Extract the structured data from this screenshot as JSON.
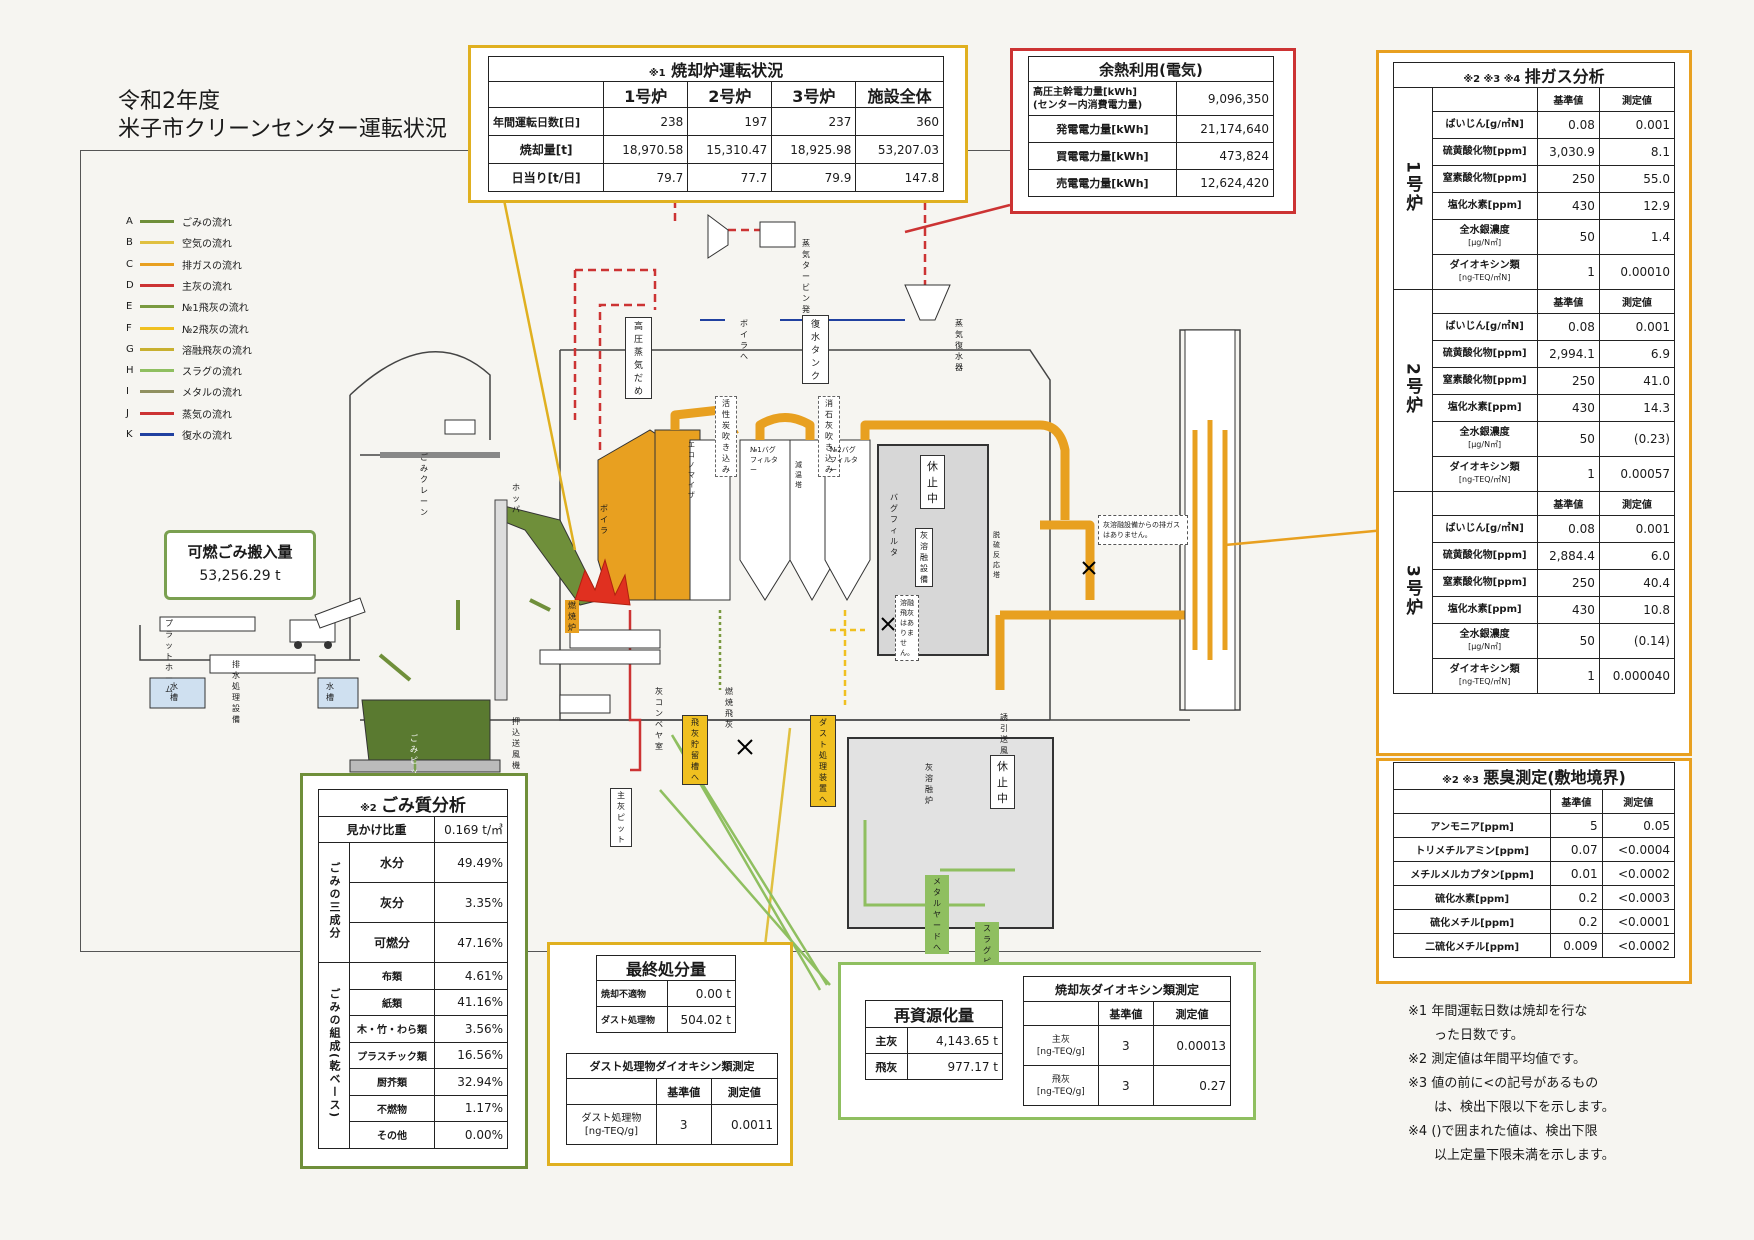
{
  "title": {
    "line1": "令和2年度",
    "line2": "米子市クリーンセンター運転状況"
  },
  "colors": {
    "orange": "#e8a020",
    "red": "#cc3333",
    "green": "#7aa050",
    "yellow": "#f0c020",
    "blue": "#2040a0",
    "olive": "#6f8f3a"
  },
  "operation": {
    "mark": "※1",
    "title": "焼却炉運転状況",
    "cols": [
      "1号炉",
      "2号炉",
      "3号炉",
      "施設全体"
    ],
    "rows": [
      {
        "label": "年間運転日数[日]",
        "values": [
          "238",
          "197",
          "237",
          "360"
        ]
      },
      {
        "label": "焼却量[t]",
        "values": [
          "18,970.58",
          "15,310.47",
          "18,925.98",
          "53,207.03"
        ]
      },
      {
        "label": "日当り[t/日]",
        "values": [
          "79.7",
          "77.7",
          "79.9",
          "147.8"
        ]
      }
    ]
  },
  "power": {
    "title": "余熱利用(電気)",
    "rows": [
      {
        "label": "高圧主幹電力量[kWh]",
        "sub": "(センター内消費電力量)",
        "value": "9,096,350"
      },
      {
        "label": "発電電力量[kWh]",
        "sub": "",
        "value": "21,174,640"
      },
      {
        "label": "買電電力量[kWh]",
        "sub": "",
        "value": "473,824"
      },
      {
        "label": "売電電力量[kWh]",
        "sub": "",
        "value": "12,624,420"
      }
    ]
  },
  "exhaust": {
    "mark": "※2 ※3 ※4",
    "title": "排ガス分析",
    "h1": "基準値",
    "h2": "測定値",
    "furnaces": [
      {
        "name": "1号炉",
        "rows": [
          {
            "label": "ばいじん[g/㎥N]",
            "std": "0.08",
            "val": "0.001"
          },
          {
            "label": "硫黄酸化物[ppm]",
            "std": "3,030.9",
            "val": "8.1"
          },
          {
            "label": "窒素酸化物[ppm]",
            "std": "250",
            "val": "55.0"
          },
          {
            "label": "塩化水素[ppm]",
            "std": "430",
            "val": "12.9"
          },
          {
            "label": "全水銀濃度",
            "sub": "[μg/N㎥]",
            "std": "50",
            "val": "1.4"
          },
          {
            "label": "ダイオキシン類",
            "sub": "[ng-TEQ/㎥N]",
            "std": "1",
            "val": "0.00010"
          }
        ]
      },
      {
        "name": "2号炉",
        "rows": [
          {
            "label": "ばいじん[g/㎥N]",
            "std": "0.08",
            "val": "0.001"
          },
          {
            "label": "硫黄酸化物[ppm]",
            "std": "2,994.1",
            "val": "6.9"
          },
          {
            "label": "窒素酸化物[ppm]",
            "std": "250",
            "val": "41.0"
          },
          {
            "label": "塩化水素[ppm]",
            "std": "430",
            "val": "14.3"
          },
          {
            "label": "全水銀濃度",
            "sub": "[μg/N㎥]",
            "std": "50",
            "val": "(0.23)"
          },
          {
            "label": "ダイオキシン類",
            "sub": "[ng-TEQ/㎥N]",
            "std": "1",
            "val": "0.00057"
          }
        ]
      },
      {
        "name": "3号炉",
        "rows": [
          {
            "label": "ばいじん[g/㎥N]",
            "std": "0.08",
            "val": "0.001"
          },
          {
            "label": "硫黄酸化物[ppm]",
            "std": "2,884.4",
            "val": "6.0"
          },
          {
            "label": "窒素酸化物[ppm]",
            "std": "250",
            "val": "40.4"
          },
          {
            "label": "塩化水素[ppm]",
            "std": "430",
            "val": "10.8"
          },
          {
            "label": "全水銀濃度",
            "sub": "[μg/N㎥]",
            "std": "50",
            "val": "(0.14)"
          },
          {
            "label": "ダイオキシン類",
            "sub": "[ng-TEQ/㎥N]",
            "std": "1",
            "val": "0.000040"
          }
        ]
      }
    ]
  },
  "odor": {
    "mark": "※2 ※3",
    "title": "悪臭測定(敷地境界)",
    "h1": "基準値",
    "h2": "測定値",
    "rows": [
      {
        "label": "アンモニア[ppm]",
        "std": "5",
        "val": "0.05"
      },
      {
        "label": "トリメチルアミン[ppm]",
        "std": "0.07",
        "val": "<0.0004"
      },
      {
        "label": "メチルメルカプタン[ppm]",
        "std": "0.01",
        "val": "<0.0002"
      },
      {
        "label": "硫化水素[ppm]",
        "std": "0.2",
        "val": "<0.0003"
      },
      {
        "label": "硫化メチル[ppm]",
        "std": "0.2",
        "val": "<0.0001"
      },
      {
        "label": "二硫化メチル[ppm]",
        "std": "0.009",
        "val": "<0.0002"
      }
    ]
  },
  "notes": [
    {
      "mark": "※1",
      "text": "年間運転日数は焼却を行な",
      "cont": "った日数です。"
    },
    {
      "mark": "※2",
      "text": "測定値は年間平均値です。",
      "cont": ""
    },
    {
      "mark": "※3",
      "text": "値の前に<の記号があるもの",
      "cont": "は、検出下限以下を示します。"
    },
    {
      "mark": "※4",
      "text": "()で囲まれた値は、検出下限",
      "cont": "以上定量下限未満を示します。"
    }
  ],
  "intake": {
    "title": "可燃ごみ搬入量",
    "value": "53,256.29 t"
  },
  "quality": {
    "mark": "※2",
    "title": "ごみ質分析",
    "density_label": "見かけ比重",
    "density": "0.169 t/㎥",
    "group1": "ごみの三成分",
    "components": [
      {
        "label": "水分",
        "val": "49.49%"
      },
      {
        "label": "灰分",
        "val": "3.35%"
      },
      {
        "label": "可燃分",
        "val": "47.16%"
      }
    ],
    "group2": "ごみの組成(乾ベース)",
    "composition": [
      {
        "label": "布類",
        "val": "4.61%"
      },
      {
        "label": "紙類",
        "val": "41.16%"
      },
      {
        "label": "木・竹・わら類",
        "val": "3.56%"
      },
      {
        "label": "プラスチック類",
        "val": "16.56%"
      },
      {
        "label": "厨芥類",
        "val": "32.94%"
      },
      {
        "label": "不燃物",
        "val": "1.17%"
      },
      {
        "label": "その他",
        "val": "0.00%"
      }
    ]
  },
  "final": {
    "title": "最終処分量",
    "rows": [
      {
        "label": "焼却不適物",
        "val": "0.00 t"
      },
      {
        "label": "ダスト処理物",
        "val": "504.02 t"
      }
    ],
    "dx_title": "ダスト処理物ダイオキシン類測定",
    "h1": "基準値",
    "h2": "測定値",
    "dx_label": "ダスト処理物",
    "dx_unit": "[ng-TEQ/g]",
    "dx_std": "3",
    "dx_val": "0.0011"
  },
  "recycle": {
    "title": "再資源化量",
    "rows": [
      {
        "label": "主灰",
        "val": "4,143.65 t"
      },
      {
        "label": "飛灰",
        "val": "977.17 t"
      }
    ]
  },
  "ashdx": {
    "title": "焼却灰ダイオキシン類測定",
    "h1": "基準値",
    "h2": "測定値",
    "rows": [
      {
        "label": "主灰",
        "unit": "[ng-TEQ/g]",
        "std": "3",
        "val": "0.00013"
      },
      {
        "label": "飛灰",
        "unit": "[ng-TEQ/g]",
        "std": "3",
        "val": "0.27"
      }
    ]
  },
  "legend": [
    {
      "code": "A",
      "label": "ごみの流れ",
      "color": "#6f8f3a"
    },
    {
      "code": "B",
      "label": "空気の流れ",
      "color": "#e0c040"
    },
    {
      "code": "C",
      "label": "排ガスの流れ",
      "color": "#e8a020"
    },
    {
      "code": "D",
      "label": "主灰の流れ",
      "color": "#cc3333"
    },
    {
      "code": "E",
      "label": "№1飛灰の流れ",
      "color": "#7a9a40"
    },
    {
      "code": "F",
      "label": "№2飛灰の流れ",
      "color": "#f0c020"
    },
    {
      "code": "G",
      "label": "溶融飛灰の流れ",
      "color": "#c8b030"
    },
    {
      "code": "H",
      "label": "スラグの流れ",
      "color": "#8fbf60"
    },
    {
      "code": "I",
      "label": "メタルの流れ",
      "color": "#909060"
    },
    {
      "code": "J",
      "label": "蒸気の流れ",
      "color": "#cc3333"
    },
    {
      "code": "K",
      "label": "復水の流れ",
      "color": "#2040a0"
    }
  ],
  "plant": {
    "turbine": "蒸気タービン発電",
    "hp_header": "高圧蒸気だめ",
    "condenser": "蒸気復水器",
    "tank": "復水タンク",
    "to_boiler": "ボイラへ",
    "crane": "ごみクレーン",
    "hopper": "ホッパ",
    "platform": "プラットホーム",
    "drainage": "排水処理設備",
    "tank_water": "水槽",
    "pit": "ごみピット",
    "furnace": "燃焼炉",
    "boiler": "ボイラ",
    "eco": "エコノマイザ",
    "act_carbon": "活性炭吹き込み",
    "lime": "消石灰吹き込み",
    "bf1": "№1バグフィルター",
    "cooling": "減温塔",
    "bf2": "№2バグフィルター",
    "stopped": "休止中",
    "bagfilter": "バグフィルタ",
    "melting_fac": "灰溶融設備",
    "melting_note": "溶融飛灰はありません。",
    "exhaust_note": "灰溶融設備からの排ガスはありません。",
    "ash_conveyor": "灰コンベヤ室",
    "burn_ash": "燃焼飛灰",
    "ash_silo": "飛灰貯留槽へ",
    "dust_dev": "ダスト処理装置へ",
    "push_fan": "押込送風機",
    "induced_fan": "誘引送風機",
    "main_ash_pit": "主灰ピット",
    "melting_furnace": "灰溶融炉",
    "metal_yard": "メタルヤードへ",
    "slag_pit": "スラグピットへ",
    "dehum": "脱硫反応塔"
  }
}
